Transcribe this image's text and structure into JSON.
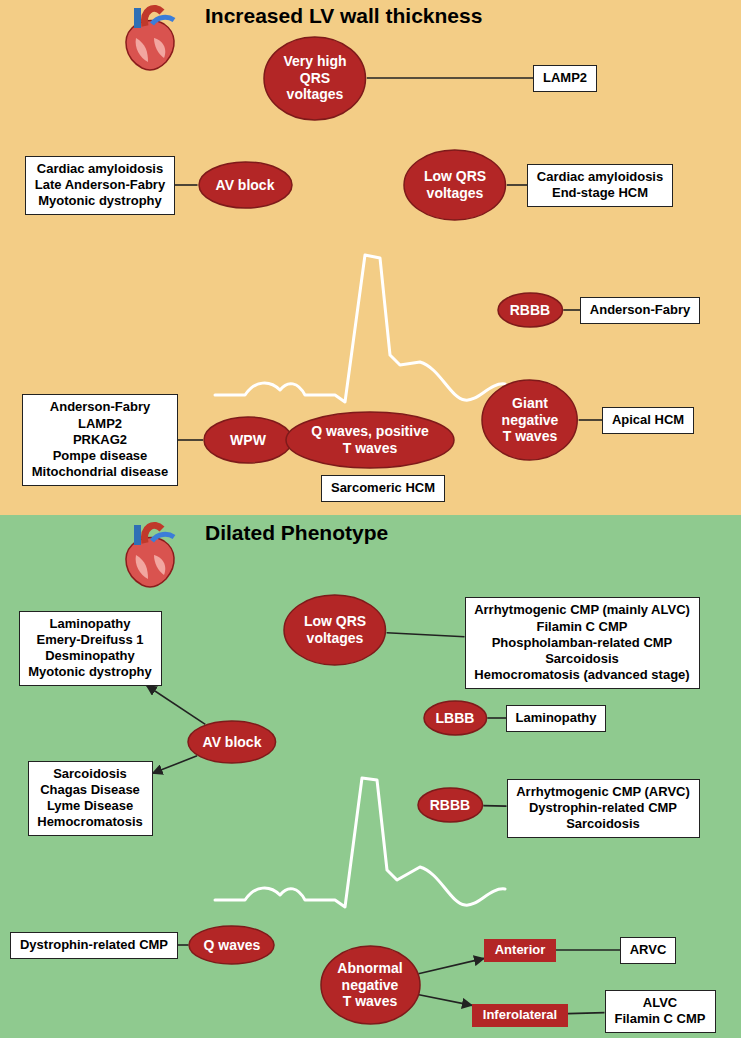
{
  "diagram": {
    "nodes": [
      {
        "text": [
          "Increased LV wall thickness"
        ]
      },
      {
        "text": [
          "Very high QRS voltages"
        ],
        "in": 0
      },
      {
        "text": [
          "LAMP2"
        ],
        "in": 0
      },
      {
        "text": [
          "Cardiac amyloidosis",
          "Late Anderson-Fabry",
          "Myotonic dystrophy"
        ],
        "in": 0
      },
      {
        "text": [
          "AV block"
        ],
        "in": 0
      },
      {
        "text": [
          "Low QRS voltages"
        ],
        "in": 0
      },
      {
        "text": [
          "Cardiac amyloidosis",
          "End-stage HCM"
        ],
        "in": 0
      },
      {
        "text": [
          "RBBB"
        ],
        "in": 0
      },
      {
        "text": [
          "Anderson-Fabry"
        ],
        "in": 0
      },
      {
        "text": [
          "Anderson-Fabry",
          "LAMP2",
          "PRKAG2",
          "Pompe disease",
          "Mitochondrial disease"
        ],
        "in": 0
      },
      {
        "text": [
          "WPW"
        ],
        "in": 0
      },
      {
        "text": [
          "Q waves, positive T waves"
        ],
        "in": 0
      },
      {
        "text": [
          "Giant negative T waves"
        ],
        "in": 0
      },
      {
        "text": [
          "Apical HCM"
        ],
        "in": 0
      },
      {
        "text": [
          "Sarcomeric HCM"
        ],
        "in": 0
      },
      {
        "text": [
          "Dilated Phenotype"
        ]
      },
      {
        "text": [
          "Low QRS voltages"
        ],
        "in": 15
      },
      {
        "text": [
          "Arrhytmogenic CMP (mainly ALVC)",
          "Filamin C CMP",
          "Phospholamban-related CMP",
          "Sarcoidosis",
          "Hemocromatosis (advanced stage)"
        ],
        "in": 15
      },
      {
        "text": [
          "Laminopathy",
          "Emery-Dreifuss 1",
          "Desminopathy",
          "Myotonic dystrophy"
        ],
        "in": 15
      },
      {
        "text": [
          "AV block"
        ],
        "in": 15
      },
      {
        "text": [
          "LBBB"
        ],
        "in": 15
      },
      {
        "text": [
          "Laminopathy"
        ],
        "in": 15
      },
      {
        "text": [
          "Sarcoidosis",
          "Chagas Disease",
          "Lyme Disease",
          "Hemocromatosis"
        ],
        "in": 15
      },
      {
        "text": [
          "RBBB"
        ],
        "in": 15
      },
      {
        "text": [
          "Arrhytmogenic CMP (ARVC)",
          "Dystrophin-related CMP",
          "Sarcoidosis"
        ],
        "in": 15
      },
      {
        "text": [
          "Dystrophin-related CMP"
        ],
        "in": 15
      },
      {
        "text": [
          "Q waves"
        ],
        "in": 15
      },
      {
        "text": [
          "Abnormal negative T waves"
        ],
        "in": 15
      },
      {
        "text": [
          "Anterior"
        ],
        "in": 15
      },
      {
        "text": [
          "ARVC"
        ],
        "in": 15
      },
      {
        "text": [
          "Inferolateral"
        ],
        "in": 15
      },
      {
        "text": [
          "ALVC",
          "Filamin C CMP"
        ],
        "in": 15
      }
    ],
    "edges": [
      {
        "from": 1,
        "to": 2,
        "arrow": "none"
      },
      {
        "from": 4,
        "to": 3,
        "arrow": "none"
      },
      {
        "from": 5,
        "to": 6,
        "arrow": "none"
      },
      {
        "from": 7,
        "to": 8,
        "arrow": "none"
      },
      {
        "from": 10,
        "to": 9,
        "arrow": "none"
      },
      {
        "from": 12,
        "to": 13,
        "arrow": "none"
      },
      {
        "from": 16,
        "to": 17,
        "arrow": "none"
      },
      {
        "from": 19,
        "to": 18,
        "arrow": "to"
      },
      {
        "from": 19,
        "to": 22,
        "arrow": "to"
      },
      {
        "from": 20,
        "to": 21,
        "arrow": "none"
      },
      {
        "from": 23,
        "to": 24,
        "arrow": "none"
      },
      {
        "from": 26,
        "to": 25,
        "arrow": "none"
      },
      {
        "from": 27,
        "to": 28,
        "arrow": "to"
      },
      {
        "from": 27,
        "to": 30,
        "arrow": "to"
      },
      {
        "from": 28,
        "to": 29,
        "arrow": "none"
      },
      {
        "from": 30,
        "to": 31,
        "arrow": "none"
      }
    ]
  }
}
